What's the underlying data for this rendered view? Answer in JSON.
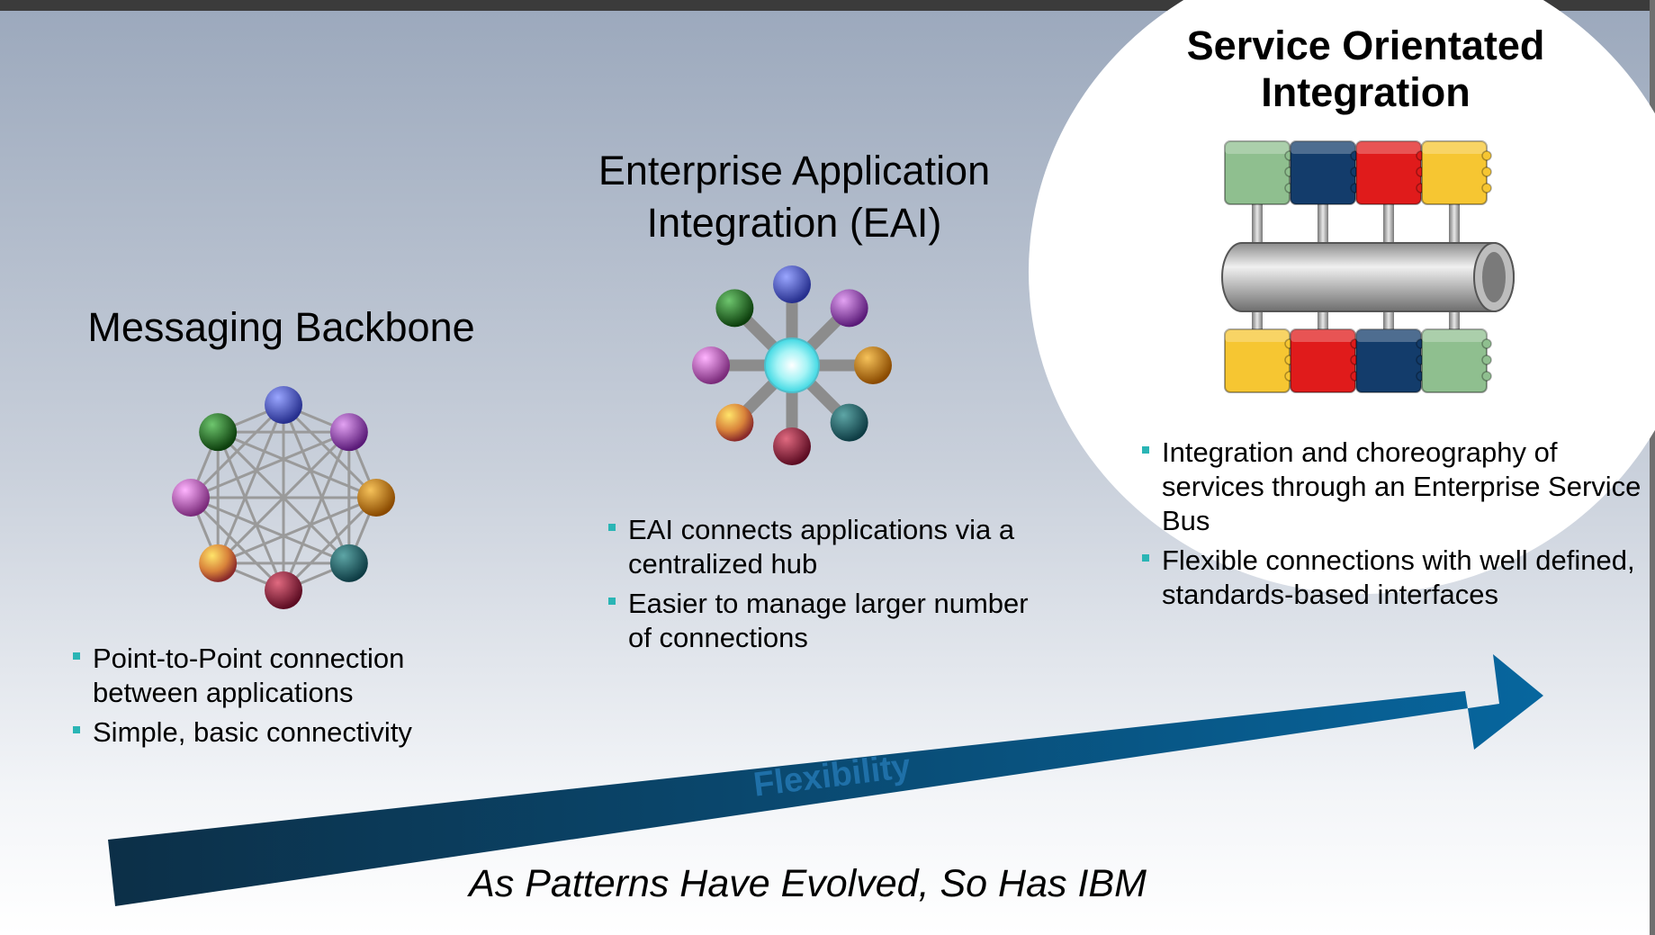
{
  "colors": {
    "background_top": "#9aa8bb",
    "background_bottom": "#ffffff",
    "arrow_dark": "#0d3550",
    "arrow_light": "#07659c",
    "bullet_marker": "#2ab5b5",
    "flexibility_text": "#1f70a8"
  },
  "sections": [
    {
      "title": "Messaging Backbone",
      "icon": "point-to-point-mesh",
      "bullets": [
        "Point-to-Point connection between applications",
        "Simple, basic connectivity"
      ]
    },
    {
      "title": "Enterprise Application Integration (EAI)",
      "icon": "hub-and-spoke",
      "bullets": [
        "EAI connects applications via a centralized hub",
        "Easier to manage larger number of connections"
      ]
    },
    {
      "title": "Service Orientated Integration",
      "icon": "enterprise-service-bus",
      "bullets": [
        "Integration and choreography of services through an Enterprise Service Bus",
        "Flexible connections with well defined, standards-based interfaces"
      ]
    }
  ],
  "arrow_label": "Flexibility",
  "footer": "As Patterns Have Evolved, So Has IBM"
}
